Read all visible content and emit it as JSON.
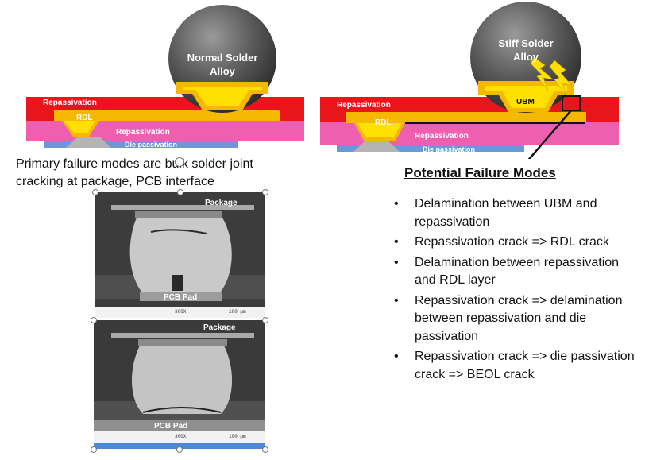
{
  "left_diagram": {
    "ball_label_line1": "Normal Solder",
    "ball_label_line2": "Alloy",
    "repassivation_top": "Repassivation",
    "rdl": "RDL",
    "repassivation_mid": "Repassivation",
    "die_passivation": "Die passivation"
  },
  "right_diagram": {
    "ball_label_line1": "Stiff Solder",
    "ball_label_line2": "Alloy",
    "repassivation_top": "Repassivation",
    "ubm": "UBM",
    "rdl": "RDL",
    "repassivation_mid": "Repassivation",
    "die_passivation": "Die passivation"
  },
  "caption": "Primary failure modes are bulk solder joint cracking at package, PCB interface",
  "sem_top": {
    "package": "Package",
    "pcb_pad": "PCB Pad",
    "mag": "300X",
    "scale": "100 µm"
  },
  "sem_bottom": {
    "package": "Package",
    "pcb_pad": "PCB Pad",
    "mag": "300X",
    "scale": "100 µm"
  },
  "failure_modes": {
    "title": "Potential Failure Modes",
    "bullet": "•",
    "items": [
      "Delamination between UBM and repassivation",
      "Repassivation crack =>  RDL crack",
      "Delamination between repassivation and RDL layer",
      "Repassivation crack => delamination between repassivation and die passivation",
      "Repassivation crack => die passivation crack => BEOL crack"
    ]
  },
  "colors": {
    "red": "#e8151b",
    "pink": "#ee5fb0",
    "gold": "#f5b800",
    "yellow": "#ffe000",
    "blue": "#6f96d8",
    "gray": "#b4b4b4",
    "ball_dark": "#4a4a4a"
  }
}
